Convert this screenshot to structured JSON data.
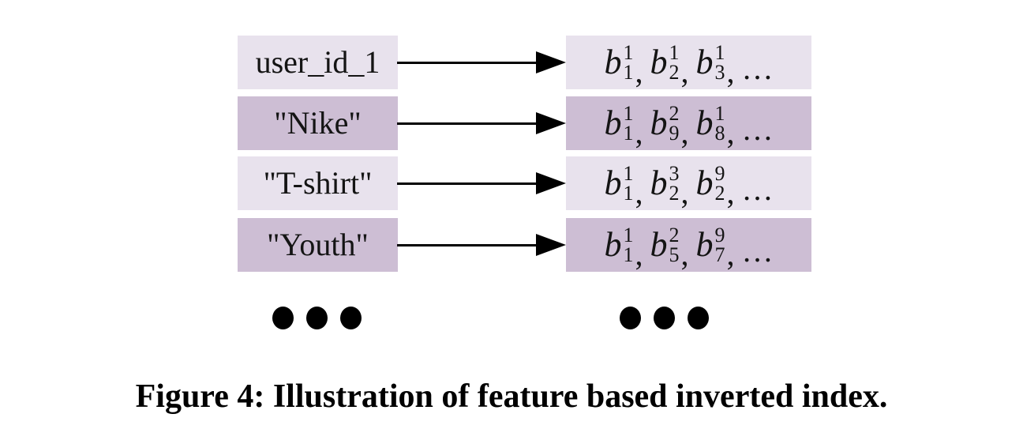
{
  "figure": {
    "caption": "Figure 4: Illustration of feature based inverted index.",
    "posting_symbol": "b",
    "separator": ",",
    "ellipsis": "…",
    "dots_per_group": 3,
    "colors": {
      "box_light": "#e8e2ed",
      "box_dark": "#cdbed4",
      "arrow": "#000000"
    },
    "rows": [
      {
        "key": "user_id_1",
        "shade": "light",
        "postings": [
          {
            "sup": "1",
            "sub": "1"
          },
          {
            "sup": "1",
            "sub": "2"
          },
          {
            "sup": "1",
            "sub": "3"
          }
        ]
      },
      {
        "key": "\"Nike\"",
        "shade": "dark",
        "postings": [
          {
            "sup": "1",
            "sub": "1"
          },
          {
            "sup": "2",
            "sub": "9"
          },
          {
            "sup": "1",
            "sub": "8"
          }
        ]
      },
      {
        "key": "\"T-shirt\"",
        "shade": "light",
        "postings": [
          {
            "sup": "1",
            "sub": "1"
          },
          {
            "sup": "3",
            "sub": "2"
          },
          {
            "sup": "9",
            "sub": "2"
          }
        ]
      },
      {
        "key": "\"Youth\"",
        "shade": "dark",
        "postings": [
          {
            "sup": "1",
            "sub": "1"
          },
          {
            "sup": "2",
            "sub": "5"
          },
          {
            "sup": "9",
            "sub": "7"
          }
        ]
      }
    ]
  }
}
